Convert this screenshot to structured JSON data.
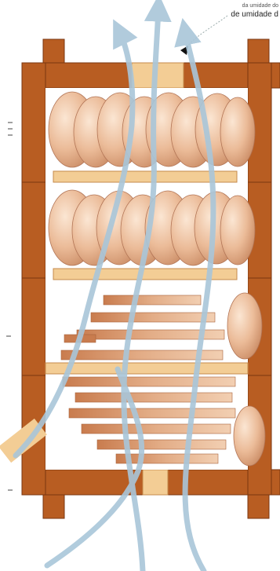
{
  "annotation": {
    "line1": "da umidade do",
    "line2": "de umidade d"
  },
  "colors": {
    "frame": "#b85d22",
    "frame_dark": "#7a3610",
    "shelf": "#f3cd95",
    "pod": "#e9b48f",
    "pod_light": "#f8dcc4",
    "board": "#d99a72",
    "arrow": "#a9c6d9"
  },
  "icons": [
    "airflow-arrow",
    "pointer-arrowhead"
  ]
}
